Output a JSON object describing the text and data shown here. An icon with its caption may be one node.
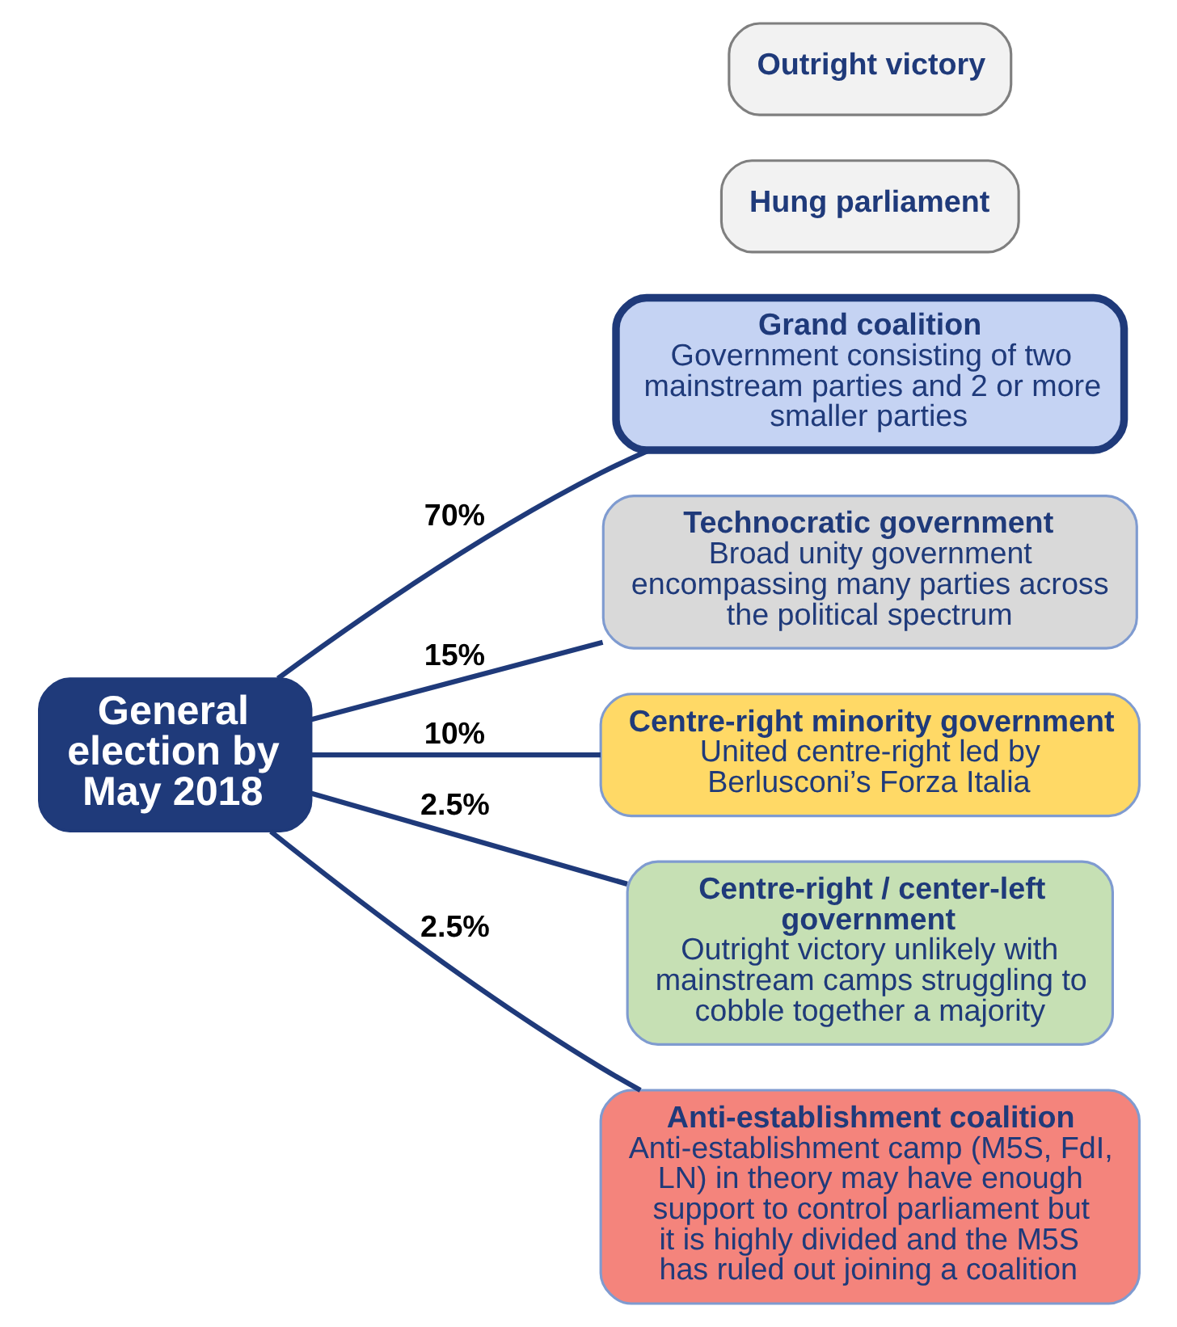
{
  "diagram": {
    "nodes": [
      {
        "text": [
          "General election by May 2018"
        ]
      },
      {
        "text": [
          "Grand coalition",
          "Government consisting of two mainstream parties and 2 or more smaller parties"
        ]
      },
      {
        "text": [
          "Technocratic government",
          "Broad unity government encompassing many parties across the political spectrum"
        ]
      },
      {
        "text": [
          "Centre-right minority government",
          "United centre-right led by Berlusconi’s Forza Italia"
        ]
      },
      {
        "text": [
          "Centre-right / center-left government",
          "Outright victory unlikely with mainstream camps struggling to cobble together a majority"
        ]
      },
      {
        "text": [
          "Anti-establishment coalition",
          "Anti-establishment camp (M5S, FdI, LN) in theory may have enough support to control parliament but it is highly divided and the M5S has ruled out joining a coalition"
        ]
      },
      {
        "text": [
          "Hung parliament"
        ]
      },
      {
        "text": [
          "Outright victory"
        ]
      }
    ],
    "edges": [
      {
        "from": 0,
        "to": 1,
        "arrow": "none",
        "label": "70%"
      },
      {
        "from": 0,
        "to": 2,
        "arrow": "none",
        "label": "15%"
      },
      {
        "from": 0,
        "to": 3,
        "arrow": "none",
        "label": "10%"
      },
      {
        "from": 0,
        "to": 4,
        "arrow": "none",
        "label": "2.5%"
      },
      {
        "from": 0,
        "to": 5,
        "arrow": "none",
        "label": "2.5%"
      }
    ]
  }
}
